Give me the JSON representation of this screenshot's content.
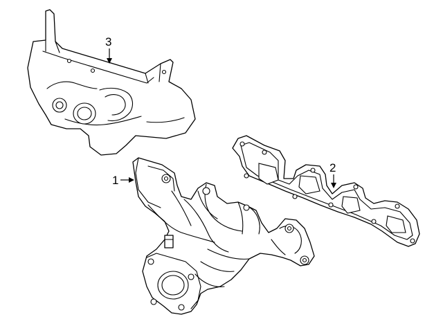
{
  "callouts": {
    "manifold": "1",
    "gasket": "2",
    "heat_shield": "3"
  }
}
